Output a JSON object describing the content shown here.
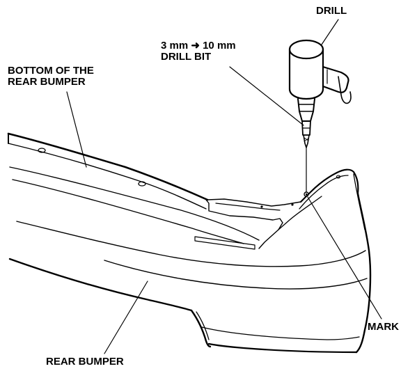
{
  "labels": {
    "drill": "DRILL",
    "drill_bit_size": "3 mm ➜ 10 mm",
    "drill_bit": "DRILL BIT",
    "bottom_line1": "BOTTOM OF THE",
    "bottom_line2": "REAR BUMPER",
    "mark": "MARK",
    "rear_bumper": "REAR BUMPER"
  },
  "colors": {
    "ink": "#000000",
    "paper": "#ffffff"
  }
}
